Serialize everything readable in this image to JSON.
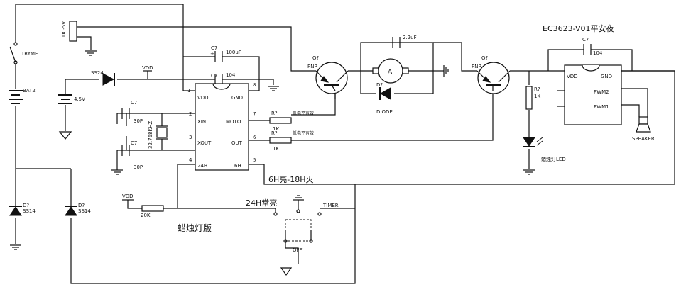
{
  "title": "EC3623-V01平安夜",
  "main_ic": {
    "pins": [
      "1",
      "2",
      "3",
      "4",
      "5",
      "6",
      "7",
      "8"
    ],
    "pin_names": {
      "vdd": "VDD",
      "xin": "XIN",
      "xout": "XOUT",
      "h24": "24H",
      "h6": "6H",
      "moto": "MOTO",
      "out": "OUT",
      "gnd": "GND"
    }
  },
  "music_ic": {
    "vdd": "VDD",
    "gnd": "GND",
    "pwm2": "PWM2",
    "pwm1": "PWM1"
  },
  "labels": {
    "dc5v": "DC-5V",
    "tryme": "TRYME",
    "bat2": "BAT2",
    "v45": "4.5V",
    "ss24": "SS24",
    "vdd": "VDD",
    "c7": "C7",
    "c100uf": "100uF",
    "c104": "104",
    "c30p": "30P",
    "xtal": "32.768KHZ",
    "r": "R?",
    "r1k": "1K",
    "low_active": "低电平有效",
    "q": "Q?",
    "pnp": "PNP",
    "motor": "A",
    "d": "D?",
    "diode": "DIODE",
    "c22": "2.2uF",
    "led": "蜡烛灯LED",
    "speaker": "SPEAKER",
    "ss14": "SS14",
    "r20k": "20K",
    "mode_6h": "6H亮-18H灭",
    "mode_24h": "24H常亮",
    "timer": "TIMER",
    "off": "OFF",
    "board": "蜡烛灯版"
  }
}
